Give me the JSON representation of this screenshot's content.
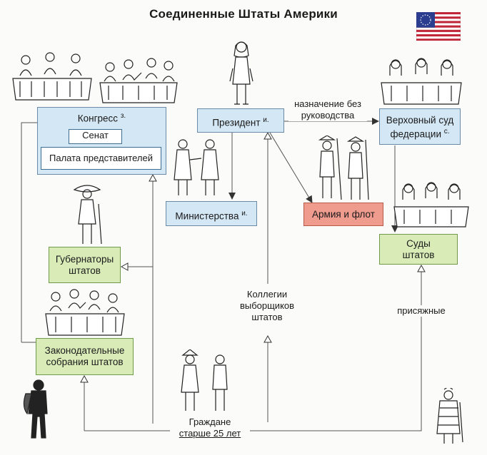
{
  "title": "Соединенные Штаты Америки",
  "flag": {
    "stripes": "#c0283a",
    "canton": "#2a3d8f",
    "white": "#ffffff"
  },
  "boxes": {
    "congress": {
      "label": "Конгресс",
      "sup": "з."
    },
    "senate": "Сенат",
    "house": "Палата представителей",
    "president": {
      "label": "Президент",
      "sup": "и."
    },
    "supreme_court": {
      "line1": "Верховный суд",
      "line2": "федерации",
      "sup": "с."
    },
    "ministries": {
      "label": "Министерства",
      "sup": "и."
    },
    "army": "Армия и флот",
    "governors": {
      "line1": "Губернаторы",
      "line2": "штатов"
    },
    "state_courts": {
      "line1": "Суды",
      "line2": "штатов"
    },
    "legislatures": {
      "line1": "Законодательные",
      "line2": "собрания штатов"
    }
  },
  "labels": {
    "appointment_line1": "назначение без",
    "appointment_line2": "руководства",
    "electors_line1": "Коллегии",
    "electors_line2": "выборщиков",
    "electors_line3": "штатов",
    "jurors": "присяжные",
    "citizens_line1": "Граждане",
    "citizens_line2": "старше 25 лет"
  },
  "colors": {
    "blue_box": "#d4e7f5",
    "green_box": "#d9ecb8",
    "red_box": "#ef9b8e",
    "line": "#555555"
  }
}
